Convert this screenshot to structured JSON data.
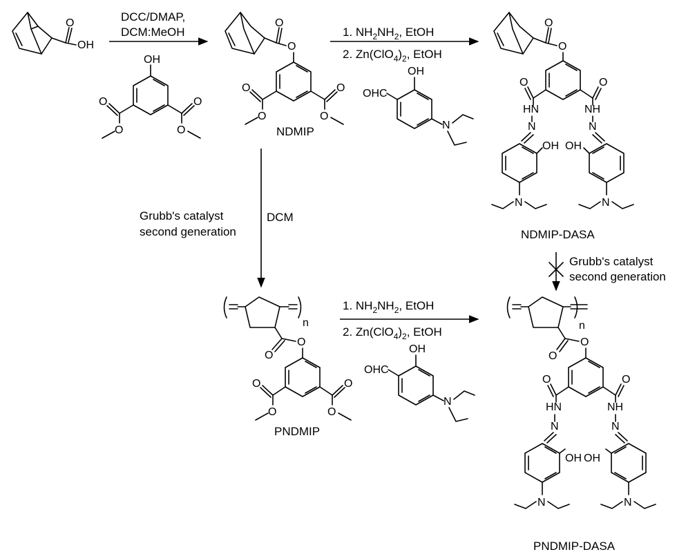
{
  "compounds": {
    "ndmip": "NDMIP",
    "ndmip_dasa": "NDMIP-DASA",
    "pndmip": "PNDMIP",
    "pndmip_dasa": "PNDMIP-DASA"
  },
  "reagents": {
    "step1_line1": "DCC/DMAP,",
    "step1_line2": "DCM:MeOH",
    "step2_line1": "1. NH",
    "step2_line1_tail": "NH",
    "step2_line1_end": ", EtOH",
    "step2_line2": "2. Zn(ClO",
    "step2_line2_end": ", EtOH",
    "sub_2": "2",
    "sub_4": "4",
    "polymerization_solvent": "DCM",
    "catalyst_line1": "Grubb's catalyst",
    "catalyst_line2": "second generation"
  },
  "atoms": {
    "oh": "OH",
    "o": "O",
    "ohc": "OHC",
    "n": "N",
    "hn": "HN",
    "nh": "NH",
    "n_subscript": "n"
  }
}
